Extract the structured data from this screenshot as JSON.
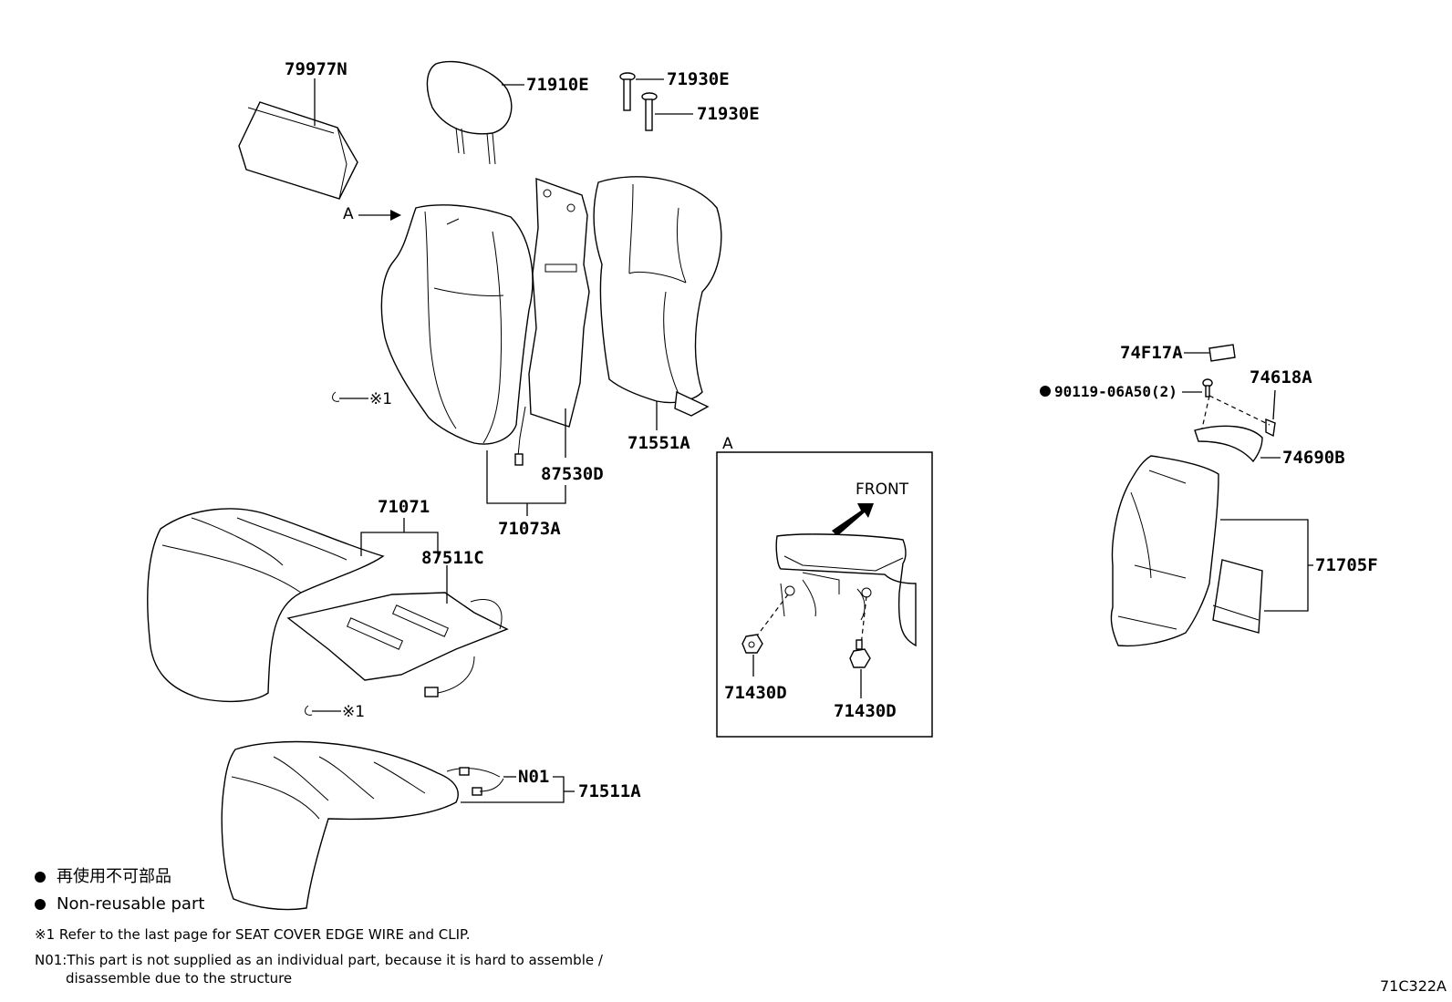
{
  "labels": {
    "p79977N": "79977N",
    "p71910E": "71910E",
    "p71930E_1": "71930E",
    "p71930E_2": "71930E",
    "arrowA": "A",
    "p87530D": "87530D",
    "p71551A": "71551A",
    "p71073A": "71073A",
    "ref1_top": "※1",
    "p71071": "71071",
    "p87511C": "87511C",
    "ref1_mid": "※1",
    "pN01": "N01",
    "p71511A": "71511A",
    "detailA": "A",
    "front": "FRONT",
    "p71430D_1": "71430D",
    "p71430D_2": "71430D",
    "p74F17A": "74F17A",
    "p90119": "90119-06A50(2)",
    "p74618A": "74618A",
    "p74690B": "74690B",
    "p71705F": "71705F"
  },
  "notes": {
    "nonreusable_jp": "再使用不可部品",
    "nonreusable_en": "Non-reusable part",
    "ref1": "※1 Refer to the last page for SEAT COVER EDGE WIRE and CLIP.",
    "n01_line1": "N01:This part is not supplied as an individual part, because it is hard to assemble /",
    "n01_line2": "disassemble due to the structure"
  },
  "diagram_code": "71C322A"
}
